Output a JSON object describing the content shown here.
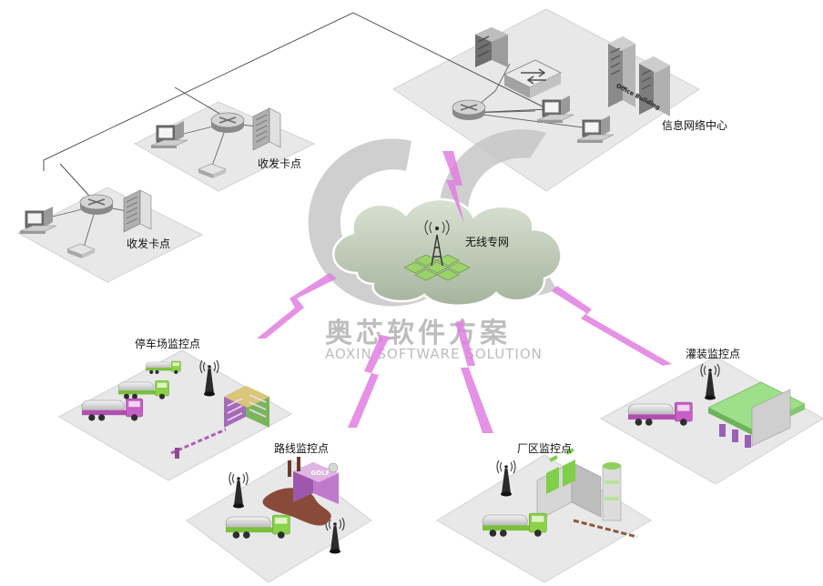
{
  "labels": {
    "info_center": "信息网络中心",
    "transceiver_1": "收发卡点",
    "transceiver_2": "收发卡点",
    "wireless_network": "无线专网",
    "parking_monitor": "停车场监控点",
    "road_monitor": "路线监控点",
    "factory_monitor": "厂区监控点",
    "filling_monitor": "灌装监控点",
    "office_building_sign": "Office Building",
    "golf_sign": "GOLF"
  },
  "watermark": {
    "cn": "奥芯软件方案",
    "en": "AOXIN SOFTWARE SOLUTION"
  },
  "colors": {
    "platform": "#e8e8e8",
    "platform_edge": "#d2d2d2",
    "lightning": "#e07ee0",
    "truck_green": "#8bd24a",
    "truck_magenta": "#c75fc7",
    "cloud": "#bcc8b4",
    "watermark": "#bdbdbd"
  }
}
